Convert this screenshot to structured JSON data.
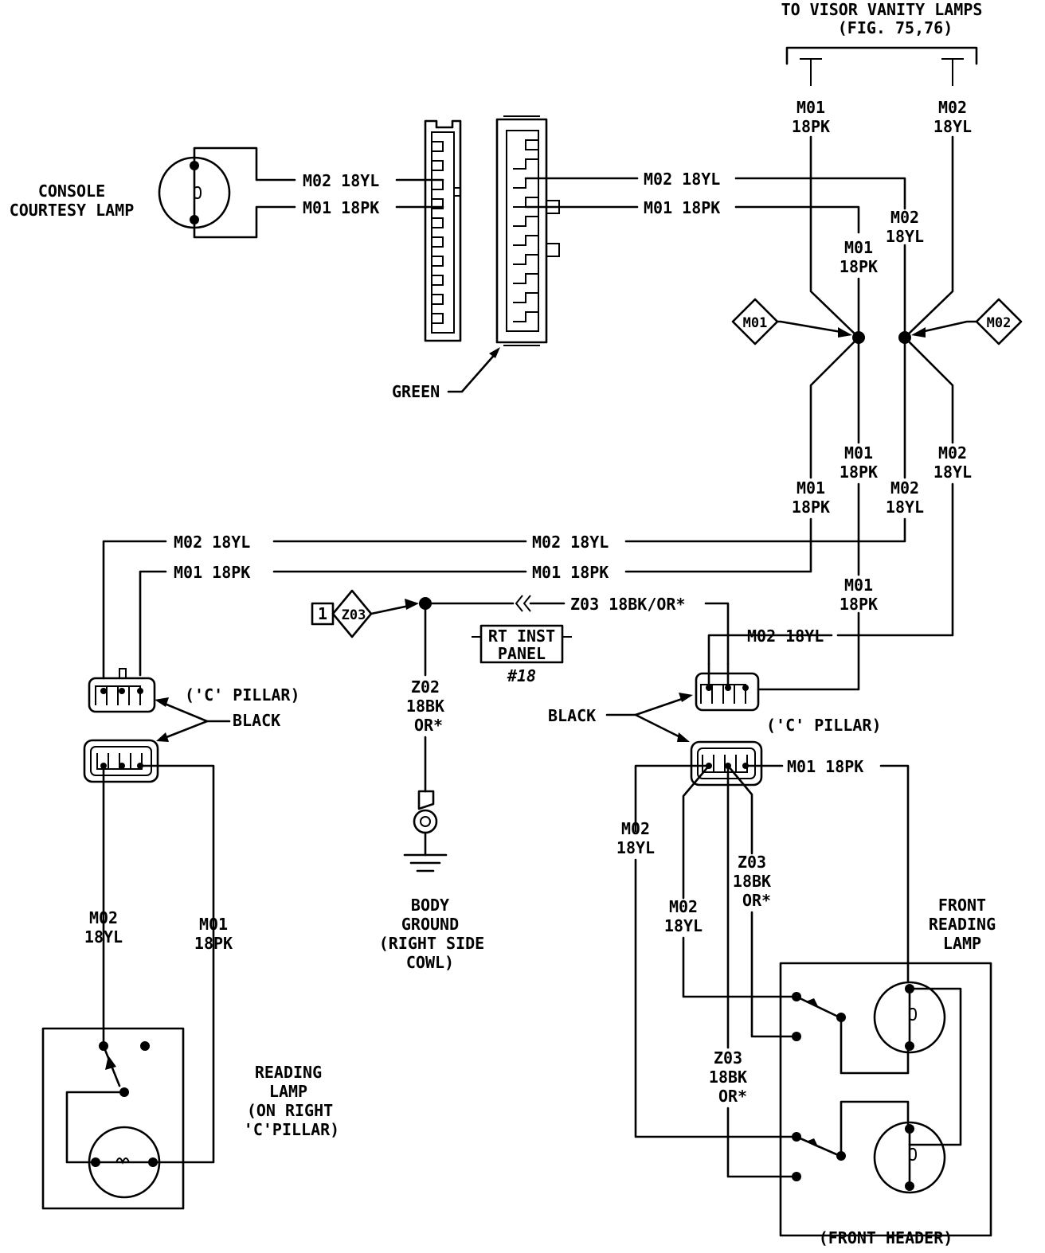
{
  "title": {
    "line1": "TO VISOR VANITY LAMPS",
    "line2": "(FIG. 75,76)"
  },
  "console_lamp": {
    "line1": "CONSOLE",
    "line2": "COURTESY LAMP"
  },
  "connector_color": "GREEN",
  "splice_labels": {
    "left": "M01",
    "right": "M02"
  },
  "wires": {
    "m01": "M01 18PK",
    "m02": "M02 18YL",
    "m01_code": "M01",
    "m02_code": "M02",
    "pk": "18PK",
    "yl": "18YL",
    "z03_run": "Z03 18BK/OR*",
    "z02": "Z02",
    "z03": "Z03",
    "bk": "18BK",
    "or": "OR*"
  },
  "ground_ref": {
    "index": "1",
    "circuit": "Z03"
  },
  "inline_connector": {
    "line1": "RT INST",
    "line2": "PANEL",
    "line3": "#18"
  },
  "c_pillar": "('C' PILLAR)",
  "black": "BLACK",
  "body_ground": {
    "line1": "BODY",
    "line2": "GROUND",
    "line3": "(RIGHT SIDE",
    "line4": "COWL)"
  },
  "reading_lamp": {
    "line1": "READING",
    "line2": "LAMP",
    "line3": "(ON RIGHT",
    "line4": "'C'PILLAR)"
  },
  "front_reading_lamp": {
    "line1": "FRONT",
    "line2": "READING",
    "line3": "LAMP"
  },
  "front_header": "(FRONT HEADER)"
}
